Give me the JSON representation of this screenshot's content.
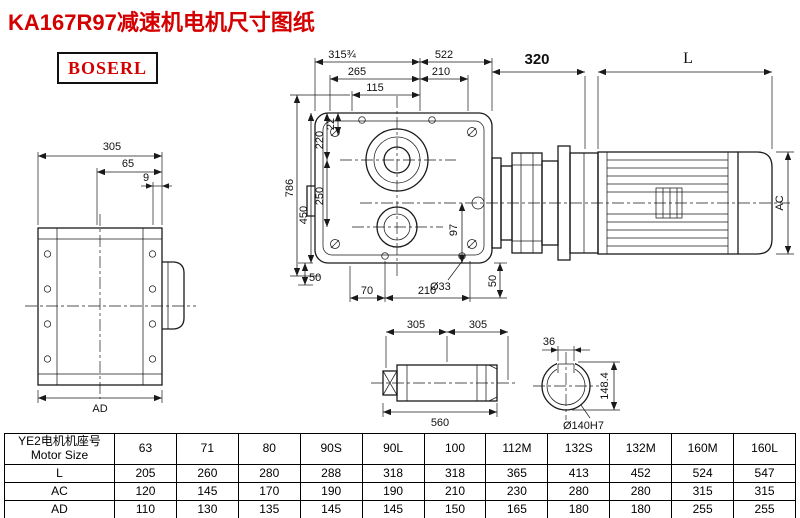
{
  "title": "KA167R97减速机电机尺寸图纸",
  "brand": {
    "logo": "BOSERL"
  },
  "drawing": {
    "dims": {
      "top_315": "315¾",
      "top_522": "522",
      "top_265": "265",
      "top_210": "210",
      "top_115": "115",
      "v_22": "22",
      "v_220": "220",
      "v_250": "250",
      "v_450": "450",
      "v_786": "786",
      "v_97": "97",
      "lv_305": "305",
      "lv_65": "65",
      "lv_9": "9",
      "lv_AD": "AD",
      "bm_50_left": "50",
      "bm_70": "70",
      "bm_210": "210",
      "bm_d33": "Ø33",
      "bm_50_right": "50",
      "mt_320": "320",
      "mt_L": "L",
      "mt_AC": "AC",
      "sh_305_a": "305",
      "sh_305_b": "305",
      "sh_560": "560",
      "se_36": "36",
      "se_148": "148.4",
      "se_d140": "Ø140H7"
    }
  },
  "table": {
    "header": {
      "cn": "YE2电机机座号",
      "en": "Motor Size"
    },
    "columns": [
      "63",
      "71",
      "80",
      "90S",
      "90L",
      "100",
      "112M",
      "132S",
      "132M",
      "160M",
      "160L"
    ],
    "rows": [
      {
        "label": "L",
        "values": [
          "205",
          "260",
          "280",
          "288",
          "318",
          "318",
          "365",
          "413",
          "452",
          "524",
          "547"
        ]
      },
      {
        "label": "AC",
        "values": [
          "120",
          "145",
          "170",
          "190",
          "190",
          "210",
          "230",
          "280",
          "280",
          "315",
          "315"
        ]
      },
      {
        "label": "AD",
        "values": [
          "110",
          "130",
          "135",
          "145",
          "145",
          "150",
          "165",
          "180",
          "180",
          "255",
          "255"
        ]
      }
    ]
  }
}
